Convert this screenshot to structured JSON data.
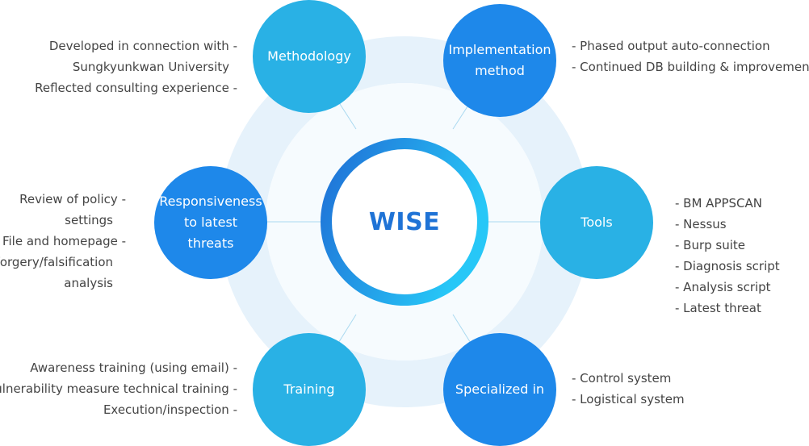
{
  "center": {
    "label": "WISE"
  },
  "nodes": [
    {
      "id": "methodology",
      "label": "Methodology",
      "tone": "light",
      "details": [
        "Developed in connection with -",
        "Sungkyunkwan University",
        "Reflected consulting experience -"
      ]
    },
    {
      "id": "implementation-method",
      "label": "Implementation\nmethod",
      "tone": "dark",
      "details": [
        "- Phased output auto-connection",
        "- Continued DB building & improvement"
      ]
    },
    {
      "id": "tools",
      "label": "Tools",
      "tone": "light",
      "details": [
        "- BM APPSCAN",
        "- Nessus",
        "- Burp suite",
        "- Diagnosis script",
        "- Analysis script",
        "- Latest threat"
      ]
    },
    {
      "id": "specialized-in",
      "label": "Specialized in",
      "tone": "dark",
      "details": [
        "- Control system",
        "- Logistical system"
      ]
    },
    {
      "id": "training",
      "label": "Training",
      "tone": "light",
      "details": [
        "Awareness training (using email) -",
        "Vulnerability measure technical training -",
        "Execution/inspection -"
      ]
    },
    {
      "id": "responsiveness",
      "label": "Responsiveness\nto latest threats",
      "tone": "dark",
      "details": [
        "Review of policy  -",
        "settings",
        "File and homepage  -",
        "forgery/falsification",
        "analysis"
      ]
    }
  ],
  "colors": {
    "node_light": "#29b1e5",
    "node_dark": "#1e88ea",
    "center_ring_start": "#1f6fd6",
    "center_ring_end": "#27c7f7",
    "outer_ring": "#e6f2fb",
    "connector": "#aad9f0",
    "center_text": "#1f73d6"
  }
}
